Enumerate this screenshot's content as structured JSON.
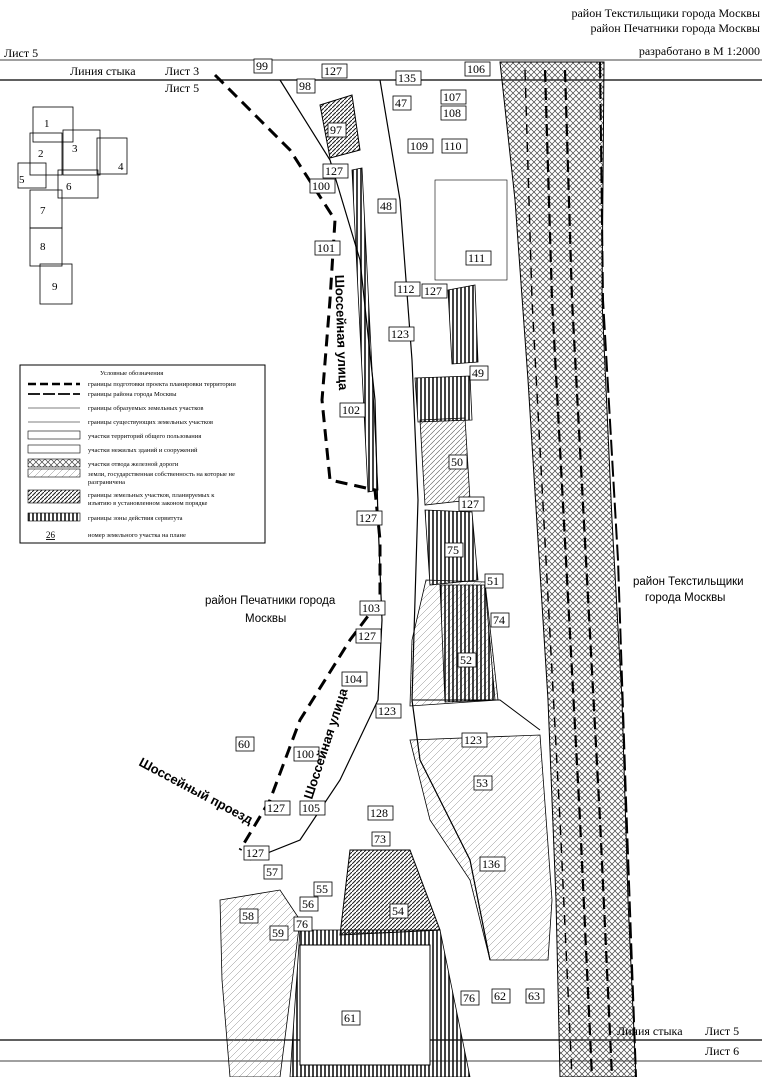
{
  "header": {
    "district_1": "район Текстильщики города Москвы",
    "district_2": "район Печатники города Москвы",
    "sheet": "Лист 5",
    "scale": "разработано в М 1:2000"
  },
  "junctions": {
    "top_line": "Линия стыка",
    "top_sheet_above": "Лист 3",
    "top_sheet_below": "Лист 5",
    "bottom_line": "Линия стыка",
    "bottom_sheet_above": "Лист 5",
    "bottom_sheet_below": "Лист 6"
  },
  "key_map": {
    "sheets": [
      "1",
      "2",
      "3",
      "4",
      "5",
      "6",
      "7",
      "8",
      "9"
    ]
  },
  "legend": {
    "title": "Условные обозначения",
    "items": [
      "границы подготовки проекта планировки территории",
      "границы района города Москвы",
      "границы образуемых земельных участков",
      "границы существующих земельных участков",
      "участки территорий общего пользования",
      "участки нежилых зданий и сооружений",
      "участки отвода железной дороги",
      "земли, государственная собственность на которые не",
      "разграничена",
      "границы земельных участков, планируемых к",
      "изъятию в установленном законом порядке",
      "границы зоны действия сервитута",
      "номер земельного участка на плане"
    ],
    "sample_number": "26"
  },
  "map": {
    "street_1": "Шоссейная улица",
    "street_2": "Шоссейная улица",
    "street_3": "Шоссейный проезд",
    "district_west_1": "район Печатники города",
    "district_west_2": "Москвы",
    "district_east_1": "район Текстильщики",
    "district_east_2": "города Москвы",
    "parcels": [
      "99",
      "127",
      "135",
      "106",
      "98",
      "47",
      "107",
      "108",
      "97",
      "109",
      "110",
      "127",
      "100",
      "48",
      "101",
      "111",
      "112",
      "127",
      "123",
      "49",
      "102",
      "50",
      "127",
      "127",
      "75",
      "51",
      "103",
      "74",
      "127",
      "52",
      "104",
      "123",
      "100",
      "53",
      "127",
      "105",
      "128",
      "73",
      "127",
      "136",
      "57",
      "55",
      "56",
      "54",
      "58",
      "76",
      "59",
      "123",
      "60",
      "62",
      "63",
      "76",
      "61"
    ]
  }
}
